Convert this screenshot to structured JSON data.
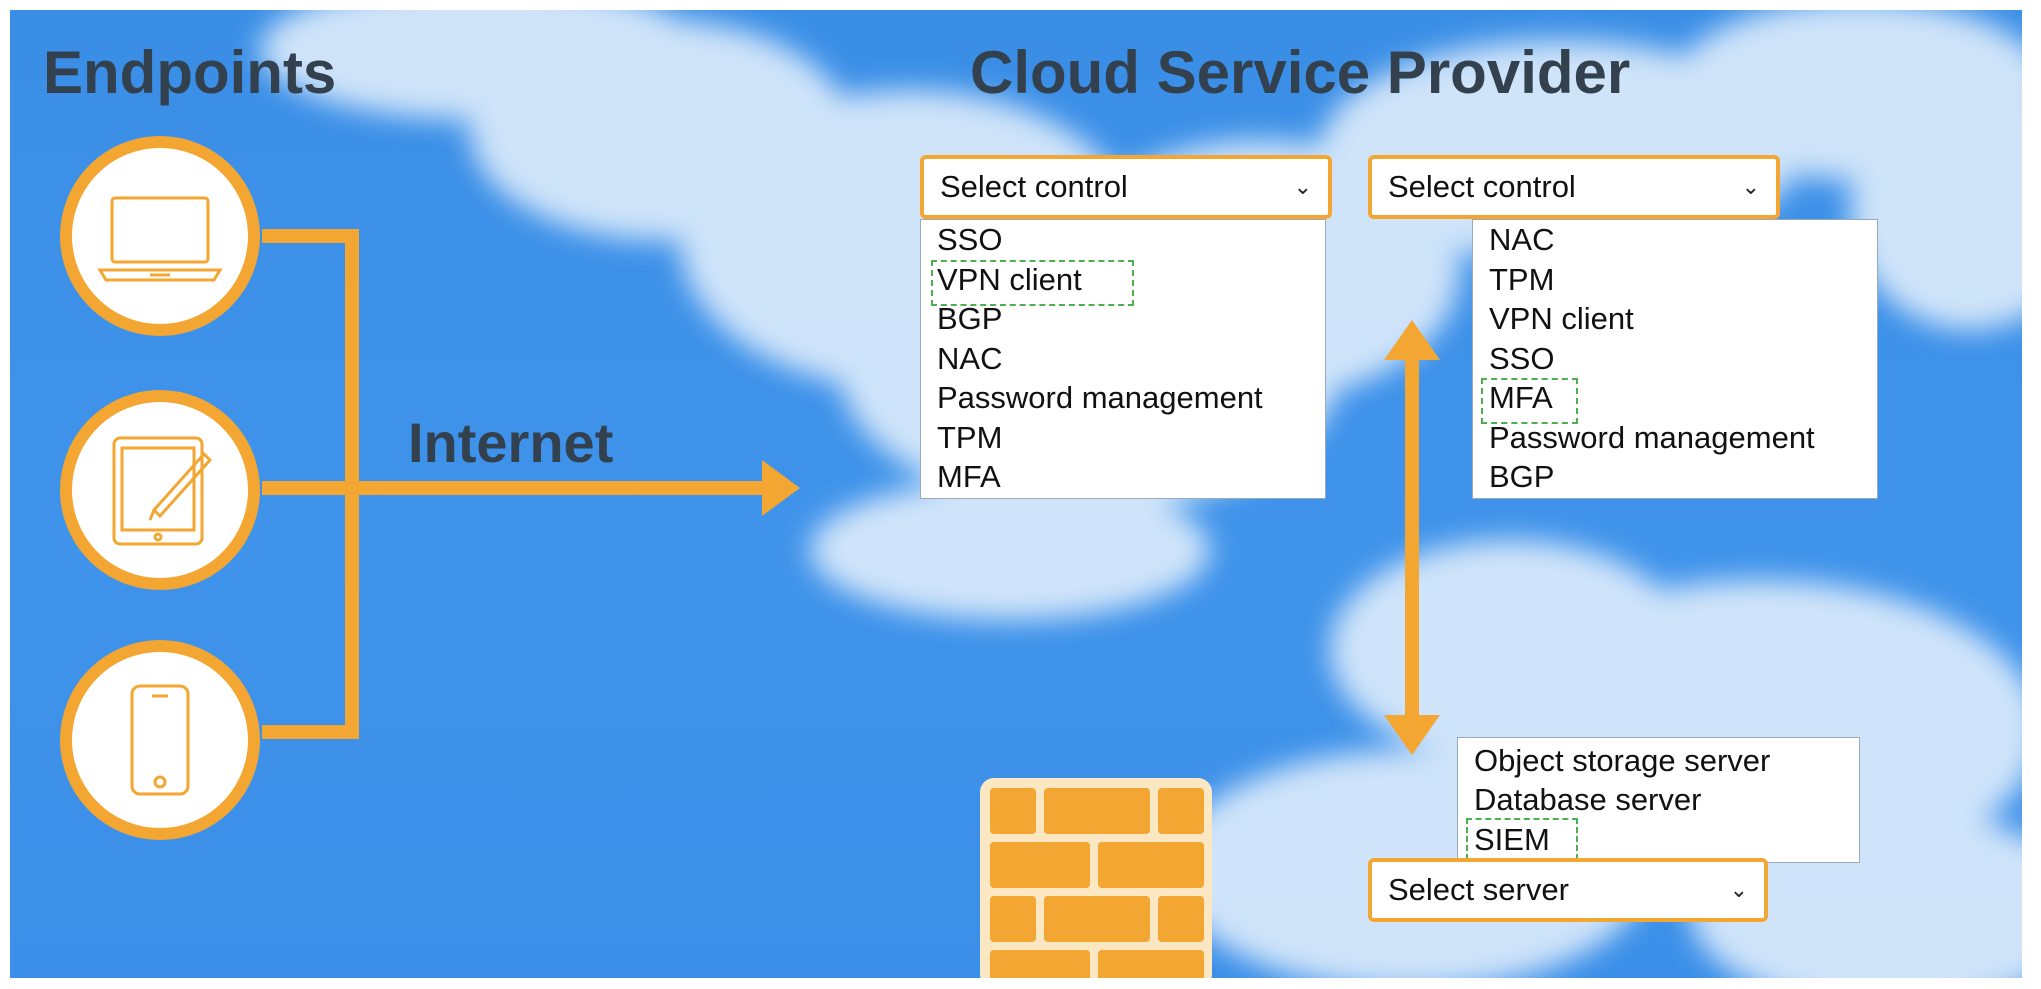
{
  "headings": {
    "endpoints": "Endpoints",
    "cloud_service_provider": "Cloud Service Provider",
    "internet": "Internet"
  },
  "colors": {
    "sky": "#3f93ea",
    "accent_orange": "#f4a633",
    "heading_text": "#33414f",
    "correct_highlight": "#4caf50"
  },
  "endpoints": [
    {
      "icon": "laptop-icon"
    },
    {
      "icon": "tablet-icon"
    },
    {
      "icon": "smartphone-icon"
    }
  ],
  "control_select_1": {
    "value": "Select control",
    "options": [
      "SSO",
      "VPN client",
      "BGP",
      "NAC",
      "Password management",
      "TPM",
      "MFA"
    ],
    "highlighted": "VPN client"
  },
  "control_select_2": {
    "value": "Select control",
    "options": [
      "NAC",
      "TPM",
      "VPN client",
      "SSO",
      "MFA",
      "Password management",
      "BGP"
    ],
    "highlighted": "MFA"
  },
  "server_select": {
    "value": "Select server",
    "options": [
      "Object storage server",
      "Database server",
      "SIEM"
    ],
    "highlighted": "SIEM"
  },
  "firewall": {
    "icon": "firewall-brick-icon"
  }
}
